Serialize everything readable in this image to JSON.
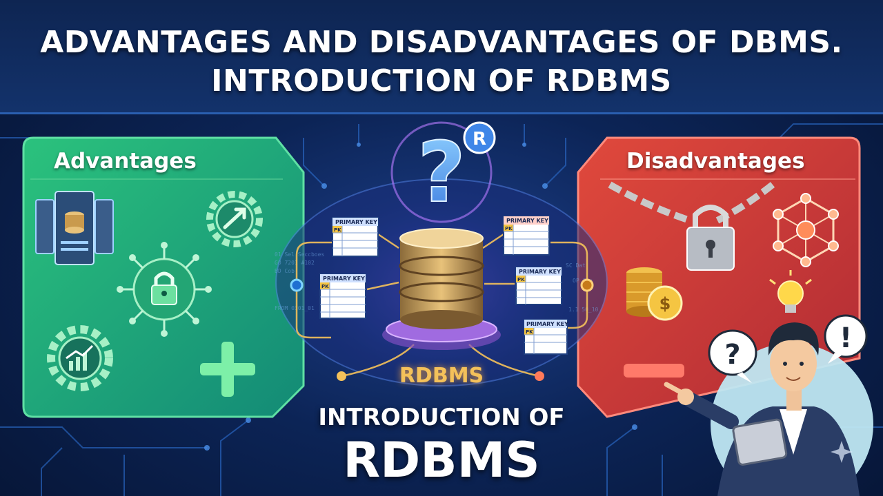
{
  "header": {
    "title_line1": "ADVANTAGES AND DISADVANTAGES OF DBMS.",
    "title_line2": "INTRODUCTION OF RDBMS"
  },
  "advantages_panel": {
    "label": "Advantages",
    "color": "#2fb87a",
    "icons": [
      "server-database-icon",
      "gear-arrow-icon",
      "padlock-network-icon",
      "gear-growth-chart-icon",
      "plus-icon"
    ]
  },
  "disadvantages_panel": {
    "label": "Disadvantages",
    "color": "#d9443a",
    "icons": [
      "chain-padlock-icon",
      "network-hub-icon",
      "coin-stack-icon",
      "lightbulb-icon",
      "minus-icon"
    ]
  },
  "center": {
    "badge_letter": "R",
    "question_mark": "?",
    "database_label": "RDBMS",
    "tables": [
      {
        "header": "PRIMARY KEY",
        "key": "PK"
      },
      {
        "header": "PRIMARY KEY",
        "key": "PK"
      },
      {
        "header": "PRIMARY KEY",
        "key": "PK"
      },
      {
        "header": "PRIMARY KEY",
        "key": "PK"
      },
      {
        "header": "PRIMARY KEY",
        "key": "PK"
      }
    ]
  },
  "presenter": {
    "bubble_question": "?",
    "bubble_exclaim": "!"
  },
  "footer_title": {
    "line1": "INTRODUCTION OF",
    "line2": "RDBMS"
  },
  "colors": {
    "accent_gold": "#f4c15a",
    "db_purple": "#8a4fd6",
    "background": "#0c2456"
  }
}
